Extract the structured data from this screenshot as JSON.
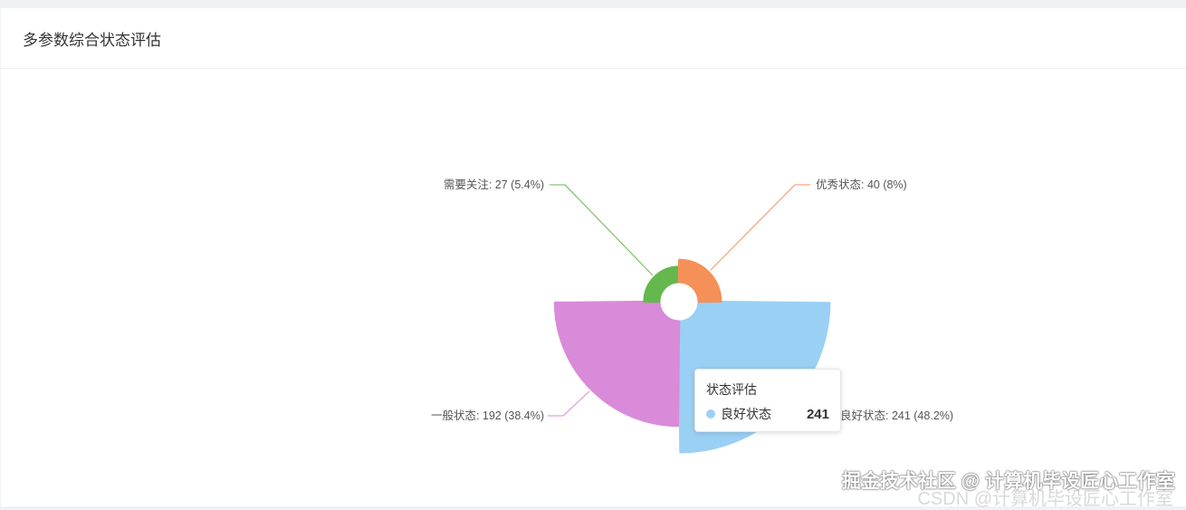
{
  "header": {
    "title": "多参数综合状态评估"
  },
  "chart_data": {
    "type": "pie",
    "rose_type": "area",
    "series_name": "状态评估",
    "slices": [
      {
        "name": "良好状态",
        "value": 241,
        "percent": 48.2,
        "color": "#9bd0f5",
        "label": "良好状态: 241 (48.2%)"
      },
      {
        "name": "一般状态",
        "value": 192,
        "percent": 38.4,
        "color": "#d98ad9",
        "label": "一般状态: 192 (38.4%)"
      },
      {
        "name": "需要关注",
        "value": 27,
        "percent": 5.4,
        "color": "#65b84d",
        "label": "需要关注: 27 (5.4%)"
      },
      {
        "name": "优秀状态",
        "value": 40,
        "percent": 8,
        "color": "#f59058",
        "label": "优秀状态: 40 (8%)"
      }
    ]
  },
  "tooltip": {
    "title": "状态评估",
    "name": "良好状态",
    "value": "241",
    "color": "#9bd0f5"
  },
  "watermark": {
    "text": "掘金技术社区 @ 计算机毕设匠心工作室",
    "text2": "CSDN @计算机毕设匠心工作室"
  }
}
